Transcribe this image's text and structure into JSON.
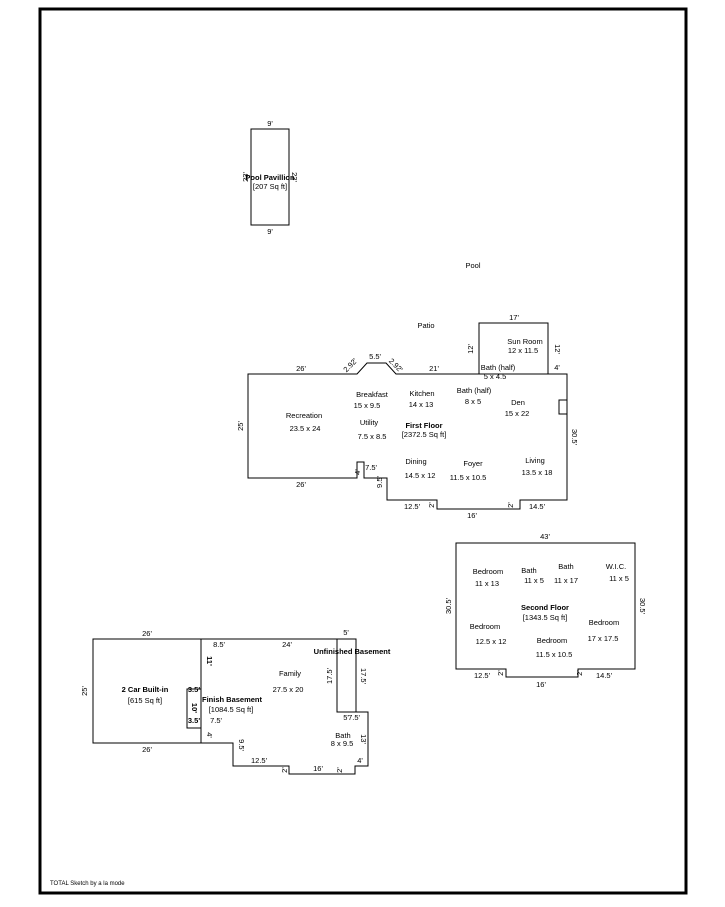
{
  "footer": "TOTAL Sketch by a la mode",
  "pool_label": "Pool",
  "patio_label": "Patio",
  "pool_pavilion": {
    "name": "Pool Pavillion",
    "area": "[207 Sq ft]",
    "dims": {
      "top": "9'",
      "bottom": "9'",
      "left": "23'",
      "right": "23'"
    }
  },
  "first_floor": {
    "name": "First Floor",
    "area": "[2372.5 Sq ft]",
    "rooms": [
      {
        "name": "Sun Room",
        "size": "12 x 11.5"
      },
      {
        "name": "Bath (half)",
        "size": "5 x 4.5"
      },
      {
        "name": "Breakfast",
        "size": "15 x 9.5"
      },
      {
        "name": "Kitchen",
        "size": "14 x 13"
      },
      {
        "name": "Bath (half)",
        "size": "8 x 5"
      },
      {
        "name": "Den",
        "size": "15 x 22"
      },
      {
        "name": "Recreation",
        "size": "23.5 x 24"
      },
      {
        "name": "Utility",
        "size": "7.5 x 8.5"
      },
      {
        "name": "Dining",
        "size": "14.5 x 12"
      },
      {
        "name": "Foyer",
        "size": "11.5 x 10.5"
      },
      {
        "name": "Living",
        "size": "13.5 x 18"
      }
    ],
    "dims": [
      "26'",
      "2.92'",
      "5.5'",
      "2.92'",
      "21'",
      "17'",
      "12'",
      "12'",
      "4'",
      "25'",
      "30.5'",
      "26'",
      "4'",
      "7.5'",
      "9.5'",
      "12.5'",
      "2'",
      "16'",
      "2'",
      "14.5'"
    ]
  },
  "second_floor": {
    "name": "Second Floor",
    "area": "[1343.5 Sq ft]",
    "rooms": [
      {
        "name": "Bedroom",
        "size": "11 x 13"
      },
      {
        "name": "Bath",
        "size": "11 x 5"
      },
      {
        "name": "Bath",
        "size": "11 x 17"
      },
      {
        "name": "W.I.C.",
        "size": "11 x 5"
      },
      {
        "name": "Bedroom",
        "size": "12.5 x 12"
      },
      {
        "name": "Bedroom",
        "size": "11.5 x 10.5"
      },
      {
        "name": "Bedroom",
        "size": "17 x 17.5"
      }
    ],
    "dims": [
      "43'",
      "30.5'",
      "30.5'",
      "12.5'",
      "2'",
      "16'",
      "2'",
      "14.5'"
    ]
  },
  "garage": {
    "name": "2 Car Built-in",
    "area": "[615 Sq ft]",
    "dims": [
      "26'",
      "25'",
      "26'"
    ]
  },
  "basement": {
    "name": "Finish Basement",
    "area": "[1084.5 Sq ft]",
    "unfinished": "Unfinished Basement",
    "rooms": [
      {
        "name": "Family",
        "size": "27.5 x 20"
      },
      {
        "name": "Bath",
        "size": "8 x 9.5"
      }
    ],
    "dims": [
      "8.5'",
      "24'",
      "5'",
      "11'",
      "3.5'",
      "10'",
      "3.5'",
      "4'",
      "7.5'",
      "17.5'",
      "17.5'",
      "5'",
      "7.5'",
      "13'",
      "9.5'",
      "12.5'",
      "2'",
      "16'",
      "2'",
      "4'"
    ]
  }
}
